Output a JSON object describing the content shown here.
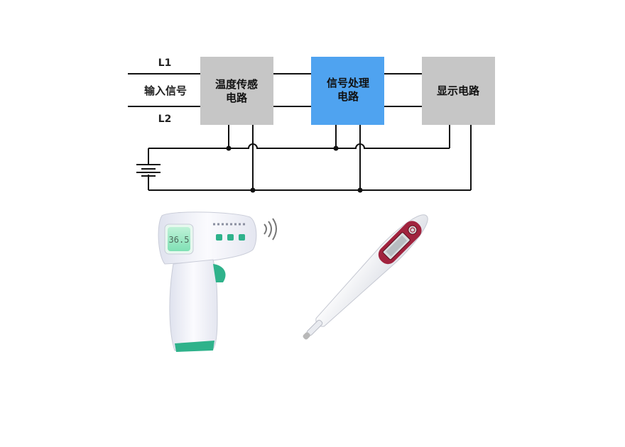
{
  "diagram": {
    "inputs": {
      "l1": "L1",
      "input_signal": "输入信号",
      "l2": "L2"
    },
    "blocks": {
      "temp_sensor": {
        "line1": "温度传感",
        "line2": "电路",
        "color": "#c6c6c6"
      },
      "signal_proc": {
        "line1": "信号处理",
        "line2": "电路",
        "color": "#4fa3f0"
      },
      "display": {
        "line1": "显示电路",
        "color": "#c6c6c6"
      }
    },
    "ir_thermometer": {
      "reading": "36.5",
      "body_color": "#f2f3f8",
      "accent_color": "#2fb28b"
    },
    "digital_thermometer": {
      "band_color": "#a1233e"
    }
  }
}
